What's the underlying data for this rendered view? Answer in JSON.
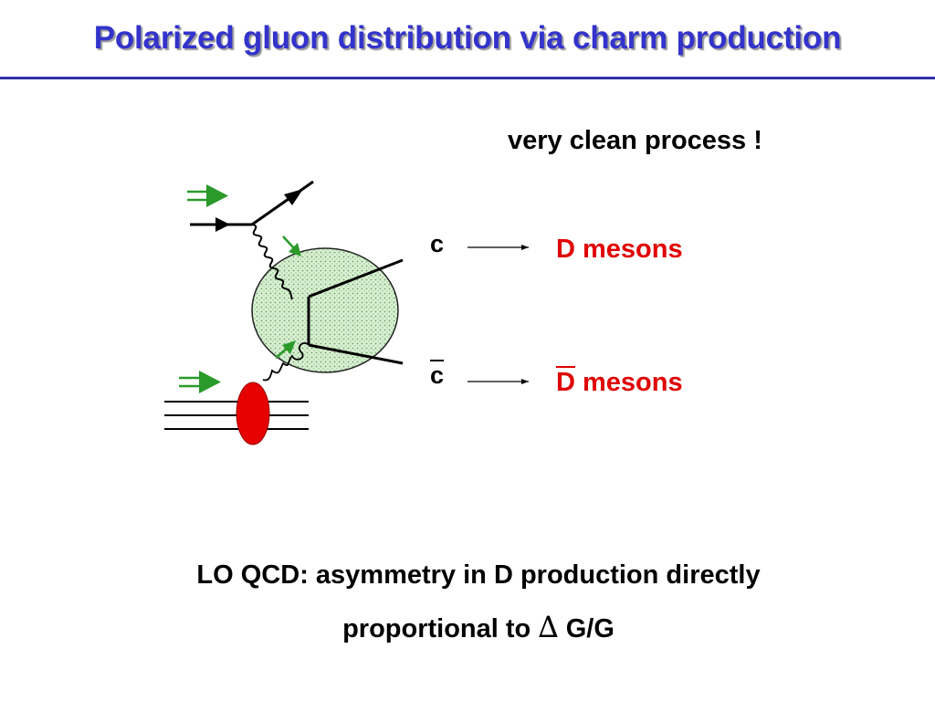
{
  "slide": {
    "title": "Polarized gluon distribution via charm production",
    "note": "very clean process !",
    "quark_c": "c",
    "quark_cbar": "c",
    "meson_d_letter": "D",
    "meson_d_rest": " mesons",
    "meson_dbar_letter": "D",
    "meson_dbar_rest": " mesons",
    "conclusion_line1": "LO QCD: asymmetry in D production directly",
    "conclusion_line2_pre": "proportional to ",
    "delta_symbol": "∆",
    "conclusion_line2_post": " G/G"
  },
  "colors": {
    "title": "#3333cc",
    "meson_text": "#e00000",
    "polarization_arrow": "#2a9a2a",
    "blob_fill": "#c8e6c0",
    "proton_fill": "#e60000"
  }
}
